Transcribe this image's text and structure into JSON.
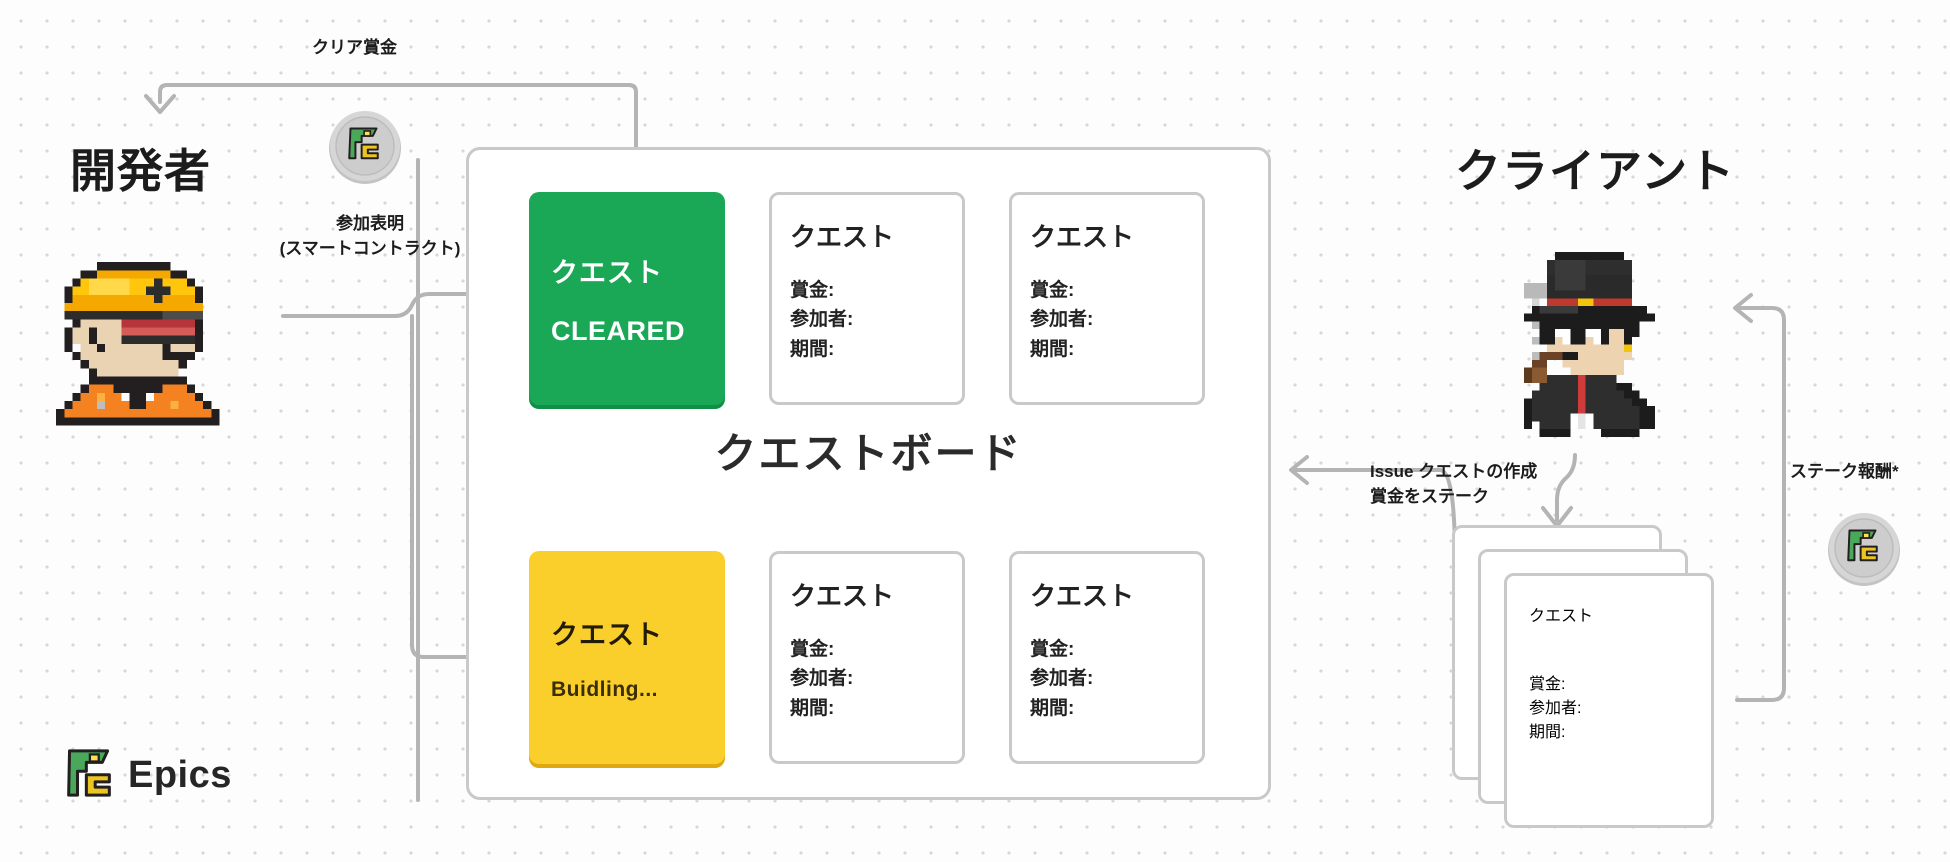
{
  "diagram": {
    "title": "クエストボード",
    "roles": {
      "developer": "開発者",
      "client": "クライアント"
    },
    "connector_labels": {
      "clear_reward": "クリア賞金",
      "participation_line1": "参加表明",
      "participation_line2": "(スマートコントラクト)",
      "issue_create_line1": "Issue クエストの作成",
      "issue_create_line2": "賞金をステーク",
      "stake_reward": "ステーク報酬*"
    },
    "board_cards": {
      "status_cleared": {
        "title": "クエスト",
        "state": "CLEARED"
      },
      "status_building": {
        "title": "クエスト",
        "state": "Buidling..."
      },
      "plain": {
        "title": "クエスト",
        "meta": [
          "賞金:",
          "参加者:",
          "期間:"
        ]
      },
      "plain_count_top": 2,
      "plain_count_bottom": 2
    },
    "client_stack": {
      "title": "クエスト",
      "meta": [
        "賞金:",
        "参加者:",
        "期間:"
      ],
      "sheets": 3
    },
    "branding": {
      "wordmark": "Epics",
      "logo_icon": "epics-logo-icon"
    },
    "colors": {
      "cleared_green": "#1aa856",
      "cleared_green_shadow": "#0f8f45",
      "building_yellow": "#fbcf2b",
      "building_yellow_shadow": "#dfa810",
      "card_border": "#c9c9c9",
      "wire": "#b4b4b4",
      "text_dark": "#1c1c1c",
      "background": "#fdfdfd",
      "dot_grid": "#d8d8d8",
      "logo_green": "#4aa85a",
      "logo_yellow": "#ebc520",
      "coin_face": "#cfcfcf",
      "coin_rim": "#b8b8b8"
    },
    "icons": {
      "developer_sprite": "developer-pixel-avatar",
      "client_sprite": "client-pixel-avatar",
      "coin_top": "epics-coin",
      "coin_right": "epics-coin"
    }
  }
}
